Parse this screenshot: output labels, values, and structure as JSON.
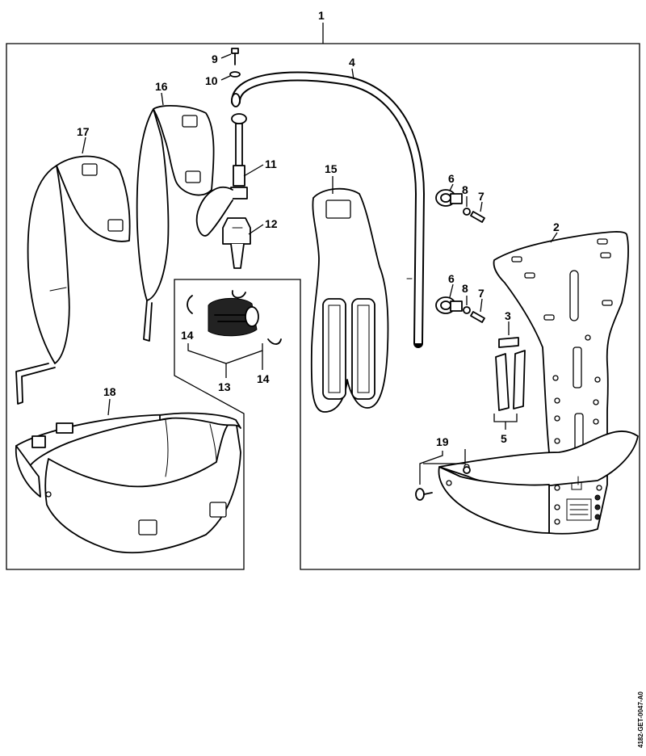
{
  "diagram": {
    "callouts": [
      "1",
      "2",
      "3",
      "4",
      "5",
      "6",
      "6",
      "7",
      "7",
      "8",
      "8",
      "9",
      "10",
      "11",
      "12",
      "13",
      "14",
      "14",
      "15",
      "16",
      "17",
      "18",
      "19"
    ],
    "reference_code": "4182-GET-0047-A0"
  }
}
